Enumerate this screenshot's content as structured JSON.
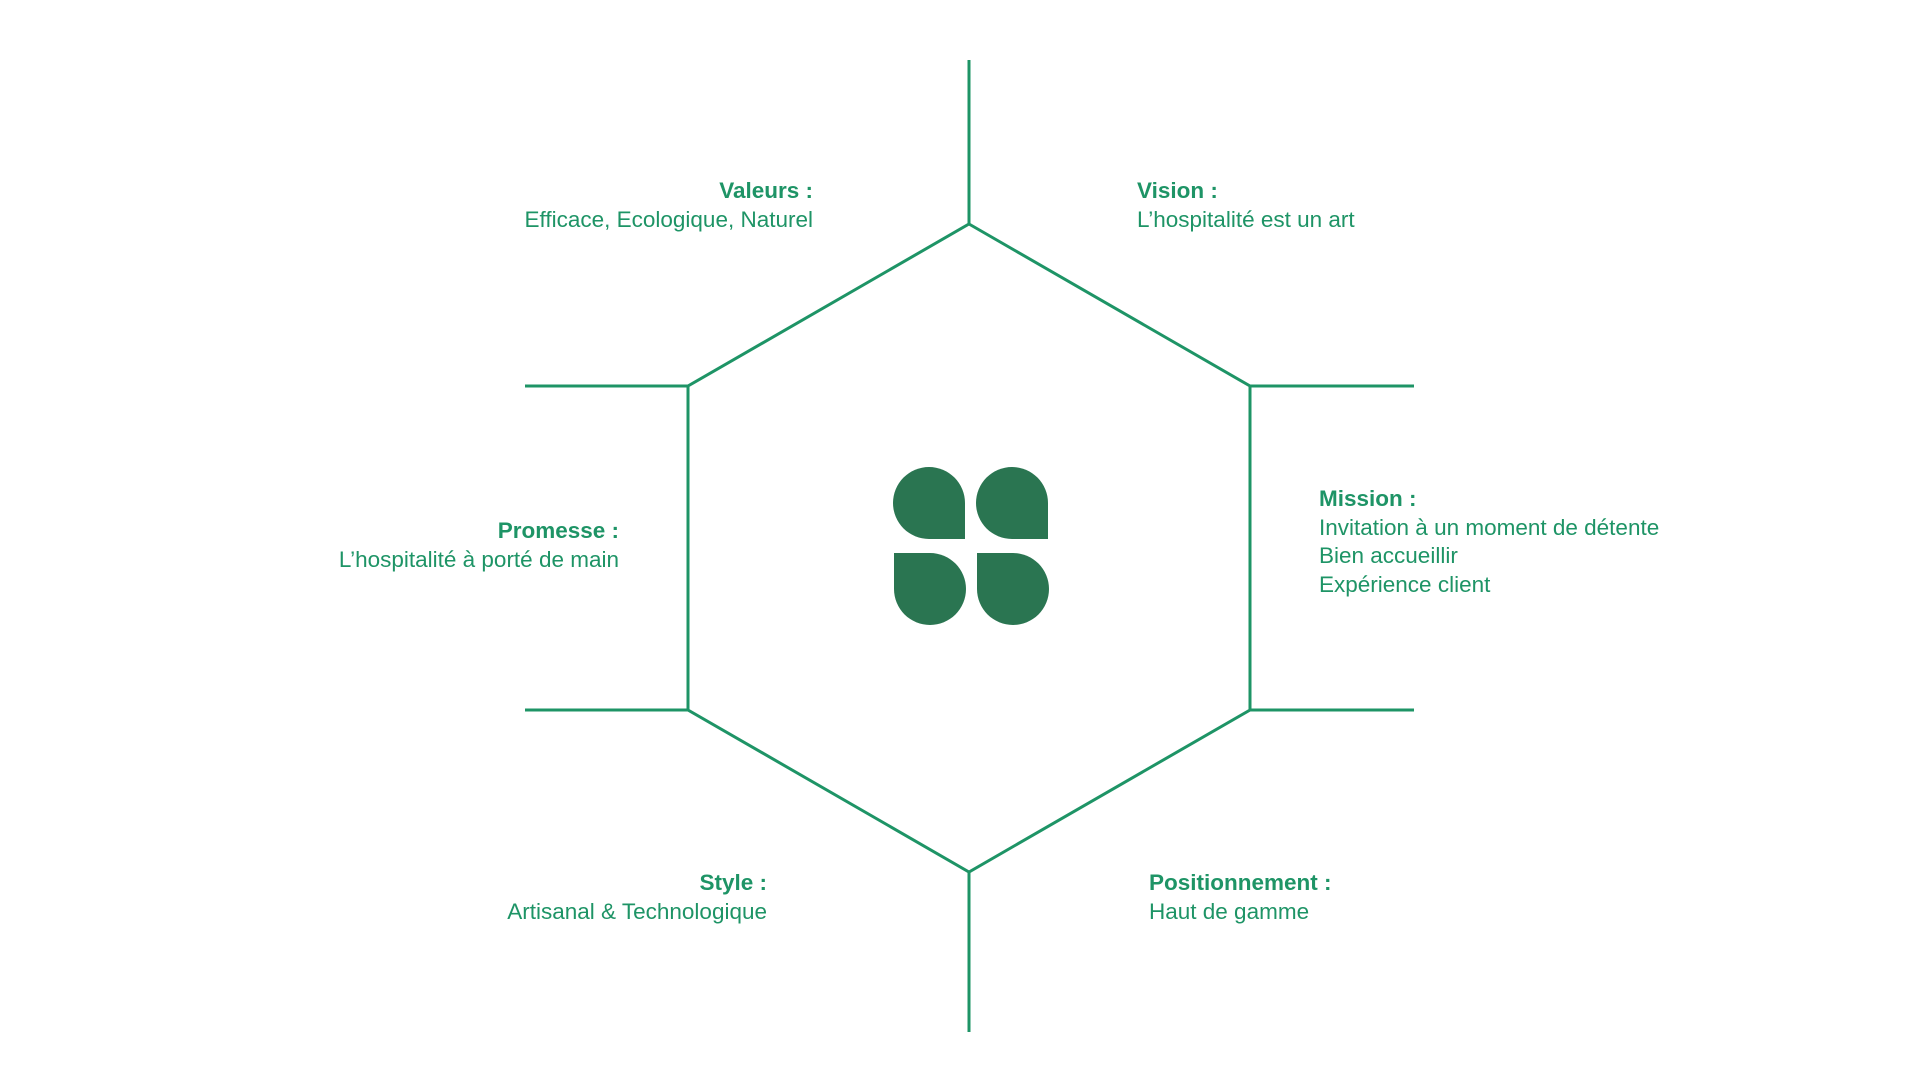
{
  "colors": {
    "line": "#1e9466",
    "text": "#1e9466",
    "logo": "#2a7551",
    "background": "#ffffff"
  },
  "logo": {
    "icon": "four-petal-logo-icon"
  },
  "blocks": {
    "valeurs": {
      "title": "Valeurs :",
      "lines": [
        "Efficace, Ecologique, Naturel"
      ]
    },
    "vision": {
      "title": "Vision :",
      "lines": [
        "L’hospitalité est un art"
      ]
    },
    "promesse": {
      "title": "Promesse :",
      "lines": [
        "L’hospitalité à porté de main"
      ]
    },
    "mission": {
      "title": "Mission :",
      "lines": [
        "Invitation à un moment de détente",
        "Bien accueillir",
        "Expérience client"
      ]
    },
    "style": {
      "title": "Style :",
      "lines": [
        "Artisanal & Technologique"
      ]
    },
    "positionnement": {
      "title": "Positionnement :",
      "lines": [
        "Haut de gamme"
      ]
    }
  }
}
